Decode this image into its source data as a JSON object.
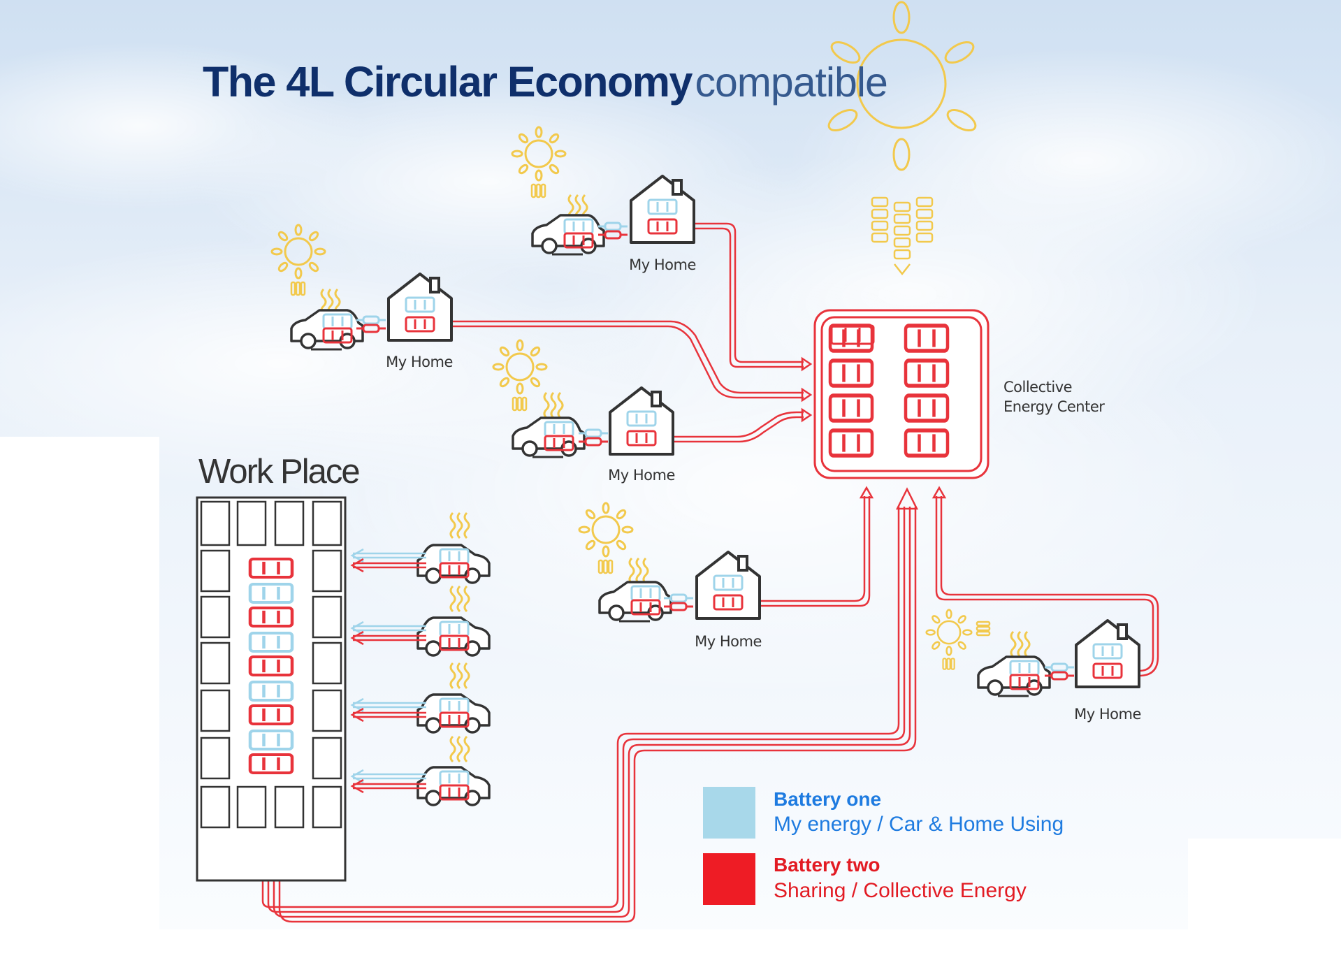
{
  "title": {
    "bold": "The 4L Circular Economy",
    "light": "compatible"
  },
  "home_label": "My Home",
  "homes": [
    {
      "label": "My Home"
    },
    {
      "label": "My Home"
    },
    {
      "label": "My Home"
    },
    {
      "label": "My Home"
    },
    {
      "label": "My Home"
    }
  ],
  "collective_center": {
    "line1": "Collective",
    "line2": "Energy Center"
  },
  "workplace": {
    "label": "Work Place"
  },
  "legend": [
    {
      "title": "Battery one",
      "desc": "My energy / Car & Home Using",
      "color": "#a8d8ea",
      "text_color": "#1e7be0"
    },
    {
      "title": "Battery two",
      "desc": "Sharing / Collective Energy",
      "color": "#ee1c25",
      "text_color": "#e21b23"
    }
  ],
  "colors": {
    "sun": "#f2c94c",
    "red_line": "#e8333b",
    "blue_line": "#9fd4ea",
    "outline": "#333333",
    "title": "#0f2f6b"
  }
}
